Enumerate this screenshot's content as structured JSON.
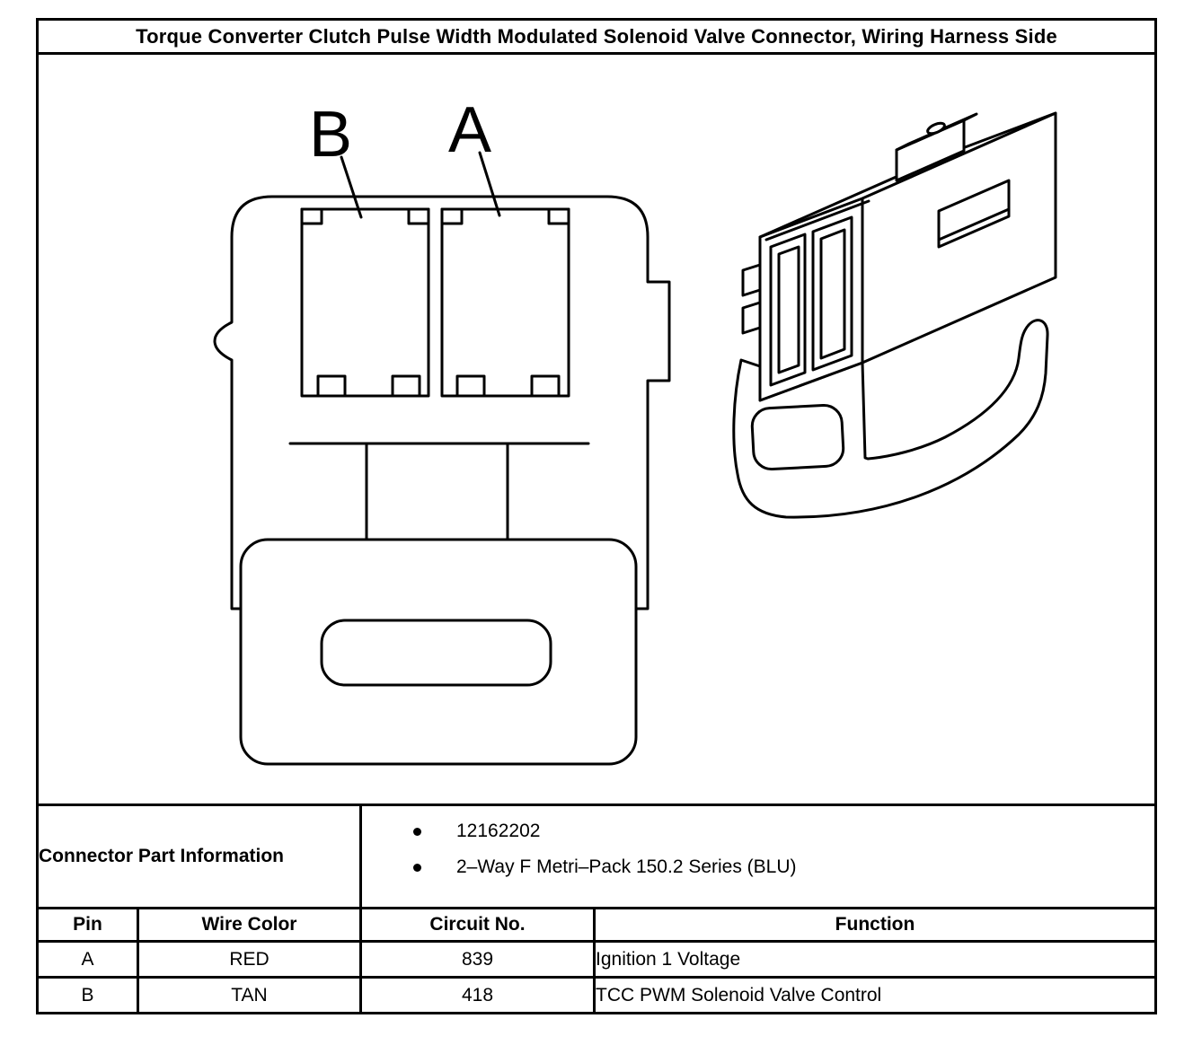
{
  "page": {
    "title": "Torque Converter Clutch Pulse Width Modulated Solenoid Valve Connector, Wiring Harness Side"
  },
  "colors": {
    "ink": "#000000",
    "paper": "#ffffff"
  },
  "figure": {
    "description": "2-cavity connector, wiring harness side: front view (left) and isometric view (right)",
    "cavity_labels": {
      "b": "B",
      "a": "A"
    }
  },
  "part_info": {
    "label": "Connector Part Information",
    "items": [
      "12162202",
      "2–Way F Metri–Pack 150.2 Series (BLU)"
    ]
  },
  "pin_table": {
    "headers": [
      "Pin",
      "Wire Color",
      "Circuit No.",
      "Function"
    ],
    "rows": [
      {
        "pin": "A",
        "wire_color": "RED",
        "circuit_no": "839",
        "function": "Ignition 1 Voltage"
      },
      {
        "pin": "B",
        "wire_color": "TAN",
        "circuit_no": "418",
        "function": "TCC PWM Solenoid Valve Control"
      }
    ]
  }
}
